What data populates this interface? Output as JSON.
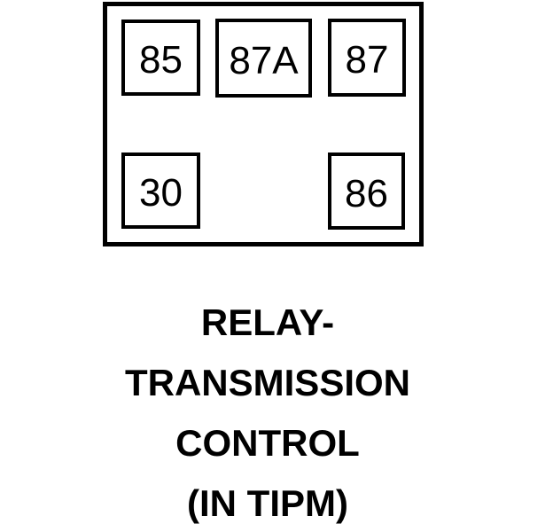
{
  "diagram": {
    "type": "relay-pinout",
    "pins": [
      {
        "label": "85",
        "position": "top-left"
      },
      {
        "label": "87A",
        "position": "top-center"
      },
      {
        "label": "87",
        "position": "top-right"
      },
      {
        "label": "30",
        "position": "bottom-left"
      },
      {
        "label": "86",
        "position": "bottom-right"
      }
    ],
    "caption_lines": [
      "RELAY-",
      "TRANSMISSION",
      "CONTROL",
      "(IN TIPM)"
    ]
  },
  "colors": {
    "line": "#000000",
    "text": "#000000",
    "background": "#ffffff"
  }
}
